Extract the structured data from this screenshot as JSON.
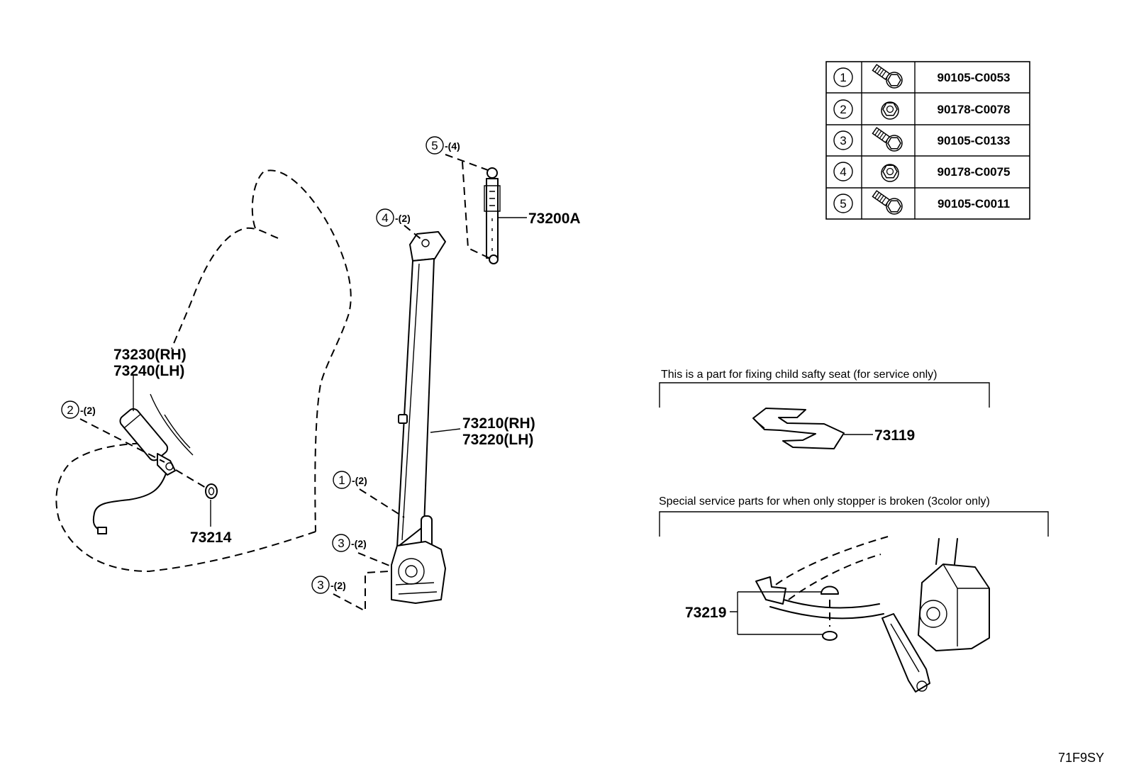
{
  "fastener_table": {
    "rows": [
      {
        "num": "1",
        "icon": "bolt-icon",
        "part_no": "90105-C0053"
      },
      {
        "num": "2",
        "icon": "nut-icon",
        "part_no": "90178-C0078"
      },
      {
        "num": "3",
        "icon": "bolt-icon",
        "part_no": "90105-C0133"
      },
      {
        "num": "4",
        "icon": "nut-icon",
        "part_no": "90178-C0075"
      },
      {
        "num": "5",
        "icon": "bolt-icon",
        "part_no": "90105-C0011"
      }
    ]
  },
  "callouts": [
    {
      "num": "5",
      "qty": "-(4)"
    },
    {
      "num": "4",
      "qty": "-(2)"
    },
    {
      "num": "2",
      "qty": "-(2)"
    },
    {
      "num": "1",
      "qty": "-(2)"
    },
    {
      "num": "3",
      "qty": "-(2)"
    },
    {
      "num": "3",
      "qty": "-(2)"
    }
  ],
  "part_labels": {
    "adjuster": "73200A",
    "buckle_rh": "73230(RH)",
    "buckle_lh": "73240(LH)",
    "belt_rh": "73210(RH)",
    "belt_lh": "73220(LH)",
    "washer": "73214",
    "child_seat_plate": "73119",
    "stopper_kit": "73219"
  },
  "notes": {
    "child_seat": "This is a part for fixing child safty seat (for service only)",
    "stopper": "Special service parts for when only stopper is broken (3color only)"
  },
  "diagram_code": "71F9SY",
  "colors": {
    "line": "#000000",
    "background": "#ffffff"
  }
}
